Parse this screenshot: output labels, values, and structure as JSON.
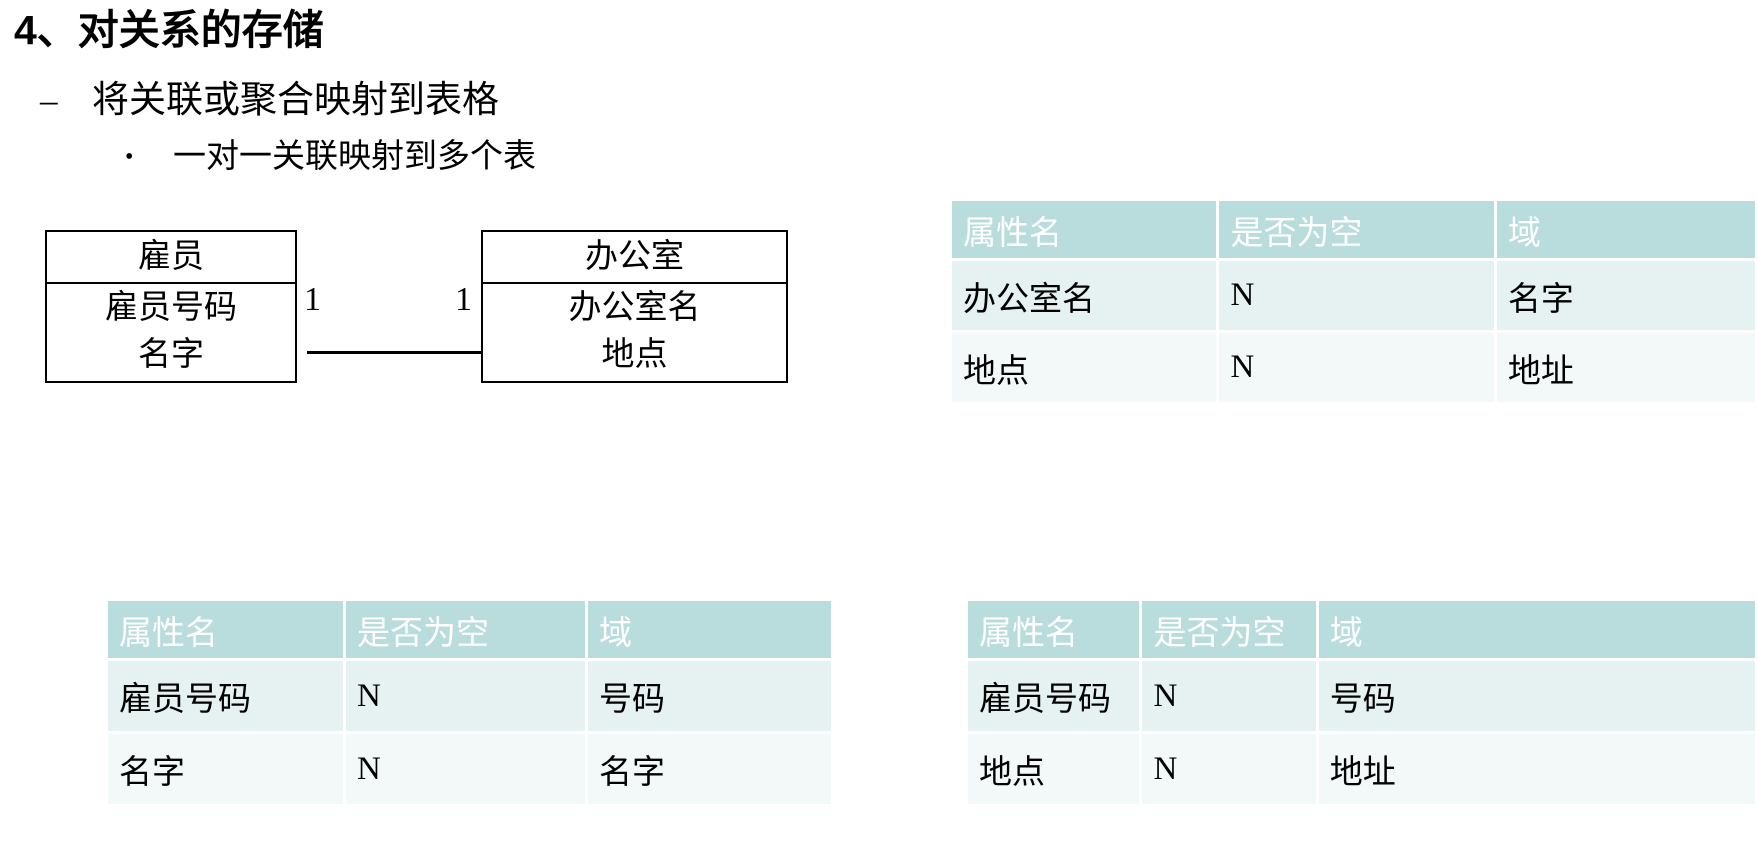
{
  "slide": {
    "title": "4、对关系的存储",
    "bullets": [
      {
        "marker": "–",
        "text": "将关联或聚合映射到表格"
      },
      {
        "marker": "•",
        "text": "一对一关联映射到多个表"
      }
    ]
  },
  "er_diagram": {
    "entities": [
      {
        "id": "employee",
        "name": "雇员",
        "attributes": [
          "雇员号码",
          "名字"
        ]
      },
      {
        "id": "office",
        "name": "办公室",
        "attributes": [
          "办公室名",
          "地点"
        ]
      }
    ],
    "relationship": {
      "left_cardinality": "1",
      "right_cardinality": "1"
    }
  },
  "tables": {
    "columns": [
      "属性名",
      "是否为空",
      "域"
    ],
    "office": {
      "rows": [
        [
          "办公室名",
          "N",
          "名字"
        ],
        [
          "地点",
          "N",
          "地址"
        ]
      ]
    },
    "employee": {
      "rows": [
        [
          "雇员号码",
          "N",
          "号码"
        ],
        [
          "名字",
          "N",
          "名字"
        ]
      ]
    },
    "employee_office": {
      "rows": [
        [
          "雇员号码",
          "N",
          "号码"
        ],
        [
          "地点",
          "N",
          "地址"
        ]
      ]
    }
  },
  "colors": {
    "header_bg": "#b9dcdc",
    "row_a_bg": "#e6f1f1",
    "row_b_bg": "#f3f9f9",
    "header_text": "#ffffff",
    "body_text": "#000000",
    "page_bg": "#ffffff"
  }
}
